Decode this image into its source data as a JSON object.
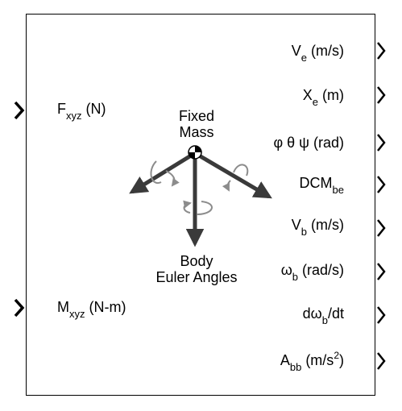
{
  "block": {
    "title_line1": "Fixed",
    "title_line2": "Mass",
    "subtitle_line1": "Body",
    "subtitle_line2": "Euler Angles"
  },
  "inputs": [
    {
      "base": "F",
      "sub": "xyz",
      "suffix": " (N)"
    },
    {
      "base": "M",
      "sub": "xyz",
      "suffix": " (N-m)"
    }
  ],
  "outputs": [
    {
      "base": "V",
      "sub": "e",
      "suffix": " (m/s)"
    },
    {
      "base": "X",
      "sub": "e",
      "suffix": " (m)"
    },
    {
      "base": "φ θ ψ (rad)",
      "sub": "",
      "suffix": ""
    },
    {
      "base": "DCM",
      "sub": "be",
      "suffix": ""
    },
    {
      "base": "V",
      "sub": "b",
      "suffix": " (m/s)"
    },
    {
      "base": "ω",
      "sub": "b",
      "suffix": " (rad/s)"
    },
    {
      "base": "dω",
      "sub": "b",
      "suffix": "/dt"
    },
    {
      "base": "A",
      "sub": "bb",
      "suffix": " (m/s",
      "sup": "2",
      "suffix2": ")"
    }
  ],
  "colors": {
    "border": "#000000",
    "axis": "#3a3a3a",
    "rotation_arrow": "#8c8c8c"
  },
  "icons": {
    "center_of_mass": "center-of-mass-icon",
    "port_arrow": "port-chevron-icon"
  }
}
